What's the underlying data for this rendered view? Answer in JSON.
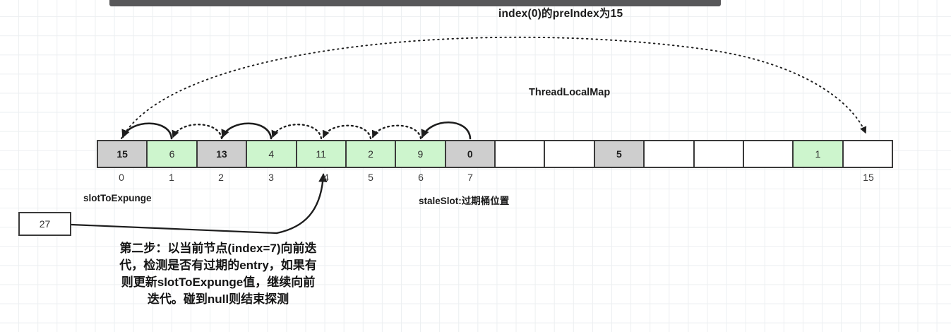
{
  "diagram": {
    "title_note": "index(0)的preIndex为15",
    "structure_label": "ThreadLocalMap",
    "slot_to_expunge_label": "slotToExpunge",
    "stale_slot_label": "staleSlot:过期桶位置",
    "callout_value": "27",
    "colors": {
      "gray_cell": "#cecece",
      "green_cell": "#cdf5cd",
      "empty_cell": "#ffffff",
      "border": "#3a3a3a",
      "grid": "#eceff1",
      "topbar": "#58585a"
    },
    "caption_lines": [
      "第二步：以当前节点(index=7)向前迭",
      "代，检测是否有过期的entry，如果有",
      "则更新slotToExpunge值，继续向前",
      "迭代。碰到null则结束探测"
    ],
    "array": {
      "cells": [
        {
          "value": "15",
          "state": "gray"
        },
        {
          "value": "6",
          "state": "green"
        },
        {
          "value": "13",
          "state": "gray"
        },
        {
          "value": "4",
          "state": "green"
        },
        {
          "value": "11",
          "state": "green"
        },
        {
          "value": "2",
          "state": "green"
        },
        {
          "value": "9",
          "state": "green"
        },
        {
          "value": "0",
          "state": "gray"
        },
        {
          "value": "",
          "state": "empty"
        },
        {
          "value": "",
          "state": "empty"
        },
        {
          "value": "5",
          "state": "gray"
        },
        {
          "value": "",
          "state": "empty"
        },
        {
          "value": "",
          "state": "empty"
        },
        {
          "value": "",
          "state": "empty"
        },
        {
          "value": "1",
          "state": "green"
        },
        {
          "value": "",
          "state": "empty"
        }
      ],
      "index_labels": [
        {
          "index": "0",
          "slot": 0
        },
        {
          "index": "1",
          "slot": 1
        },
        {
          "index": "2",
          "slot": 2
        },
        {
          "index": "3",
          "slot": 3
        },
        {
          "index": "4",
          "slot": 4
        },
        {
          "index": "5",
          "slot": 5
        },
        {
          "index": "6",
          "slot": 6
        },
        {
          "index": "7",
          "slot": 7
        },
        {
          "index": "15",
          "slot": 15
        }
      ]
    }
  }
}
